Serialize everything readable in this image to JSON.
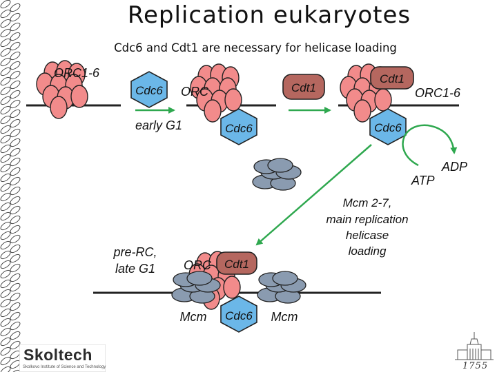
{
  "slide": {
    "title": "Replication eukaryotes",
    "subtitle": "Cdc6 and Cdt1 are necessary for helicase loading"
  },
  "diagram": {
    "labels": {
      "orc16_top": "ORC1-6",
      "cdc6_1": "Cdc6",
      "orc_2": "ORC",
      "early_g1": "early G1",
      "cdc6_2": "Cdc6",
      "cdt1_free": "Cdt1",
      "cdt1_3": "Cdt1",
      "orc16_3": "ORC1-6",
      "cdc6_3": "Cdc6",
      "adp": "ADP",
      "atp": "ATP",
      "mcm_step_1": "Mcm 2-7,",
      "mcm_step_2": "main replication",
      "mcm_step_3": "helicase",
      "mcm_step_4": "loading",
      "prerc_1": "pre-RC,",
      "prerc_2": "late G1",
      "orc_4": "ORC",
      "cdt1_4": "Cdt1",
      "cdc6_4": "Cdc6",
      "mcm_left": "Mcm",
      "mcm_right": "Mcm"
    },
    "colors": {
      "orc": "#f28b8b",
      "cdc6": "#6bb7e8",
      "cdt1": "#b5675f",
      "mcm": "#8a9bb0",
      "arrow": "#2fa84f",
      "dna": "#222222"
    }
  },
  "logo": {
    "name": "Skoltech",
    "subtitle": "Skolkovo Institute of Science and Technology"
  },
  "emblem": {
    "year": "1755"
  }
}
